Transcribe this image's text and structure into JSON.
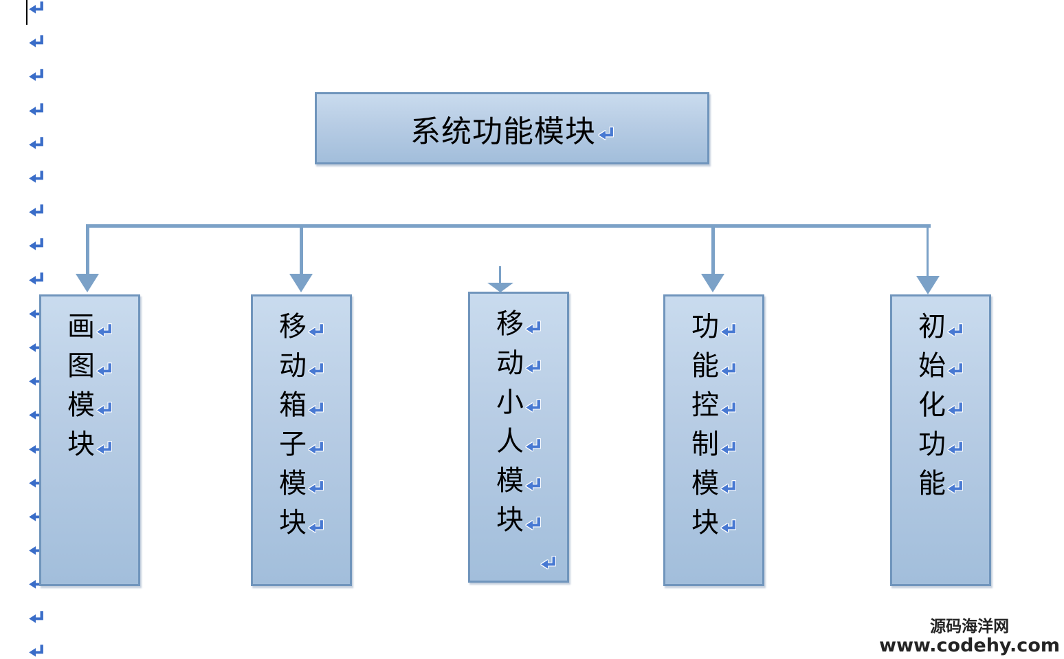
{
  "diagram": {
    "root": {
      "label": "系统功能模块"
    },
    "boxes": [
      {
        "id": "drawing-module",
        "label": "画图模块",
        "chars": [
          "画",
          "图",
          "模",
          "块"
        ],
        "extra_return": false
      },
      {
        "id": "move-box-module",
        "label": "移动箱子模块",
        "chars": [
          "移",
          "动",
          "箱",
          "子",
          "模",
          "块"
        ],
        "extra_return": false
      },
      {
        "id": "move-character-module",
        "label": "移动小人模块",
        "chars": [
          "移",
          "动",
          "小",
          "人",
          "模",
          "块"
        ],
        "extra_return": true
      },
      {
        "id": "function-control-module",
        "label": "功能控制模块",
        "chars": [
          "功",
          "能",
          "控",
          "制",
          "模",
          "块"
        ],
        "extra_return": false
      },
      {
        "id": "initialization-function",
        "label": "初始化功能",
        "chars": [
          "初",
          "始",
          "化",
          "功",
          "能"
        ],
        "extra_return": false
      }
    ]
  },
  "formatting_marks": {
    "return_symbol": "↵",
    "margin_count": 20,
    "caret_visible": true
  },
  "watermark": {
    "line1": "源码海洋网",
    "line2": "www.codehy.com"
  },
  "colors": {
    "connector": "#7ba1c7",
    "box_border": "#7095bc",
    "box_fill_top": "#c9dbee",
    "box_fill_bottom": "#a2bedb",
    "margin_mark_blue": "#3a6dc8",
    "inbox_mark_blue": "#4879d2",
    "watermark_text": "#242424",
    "text": "#000000"
  }
}
